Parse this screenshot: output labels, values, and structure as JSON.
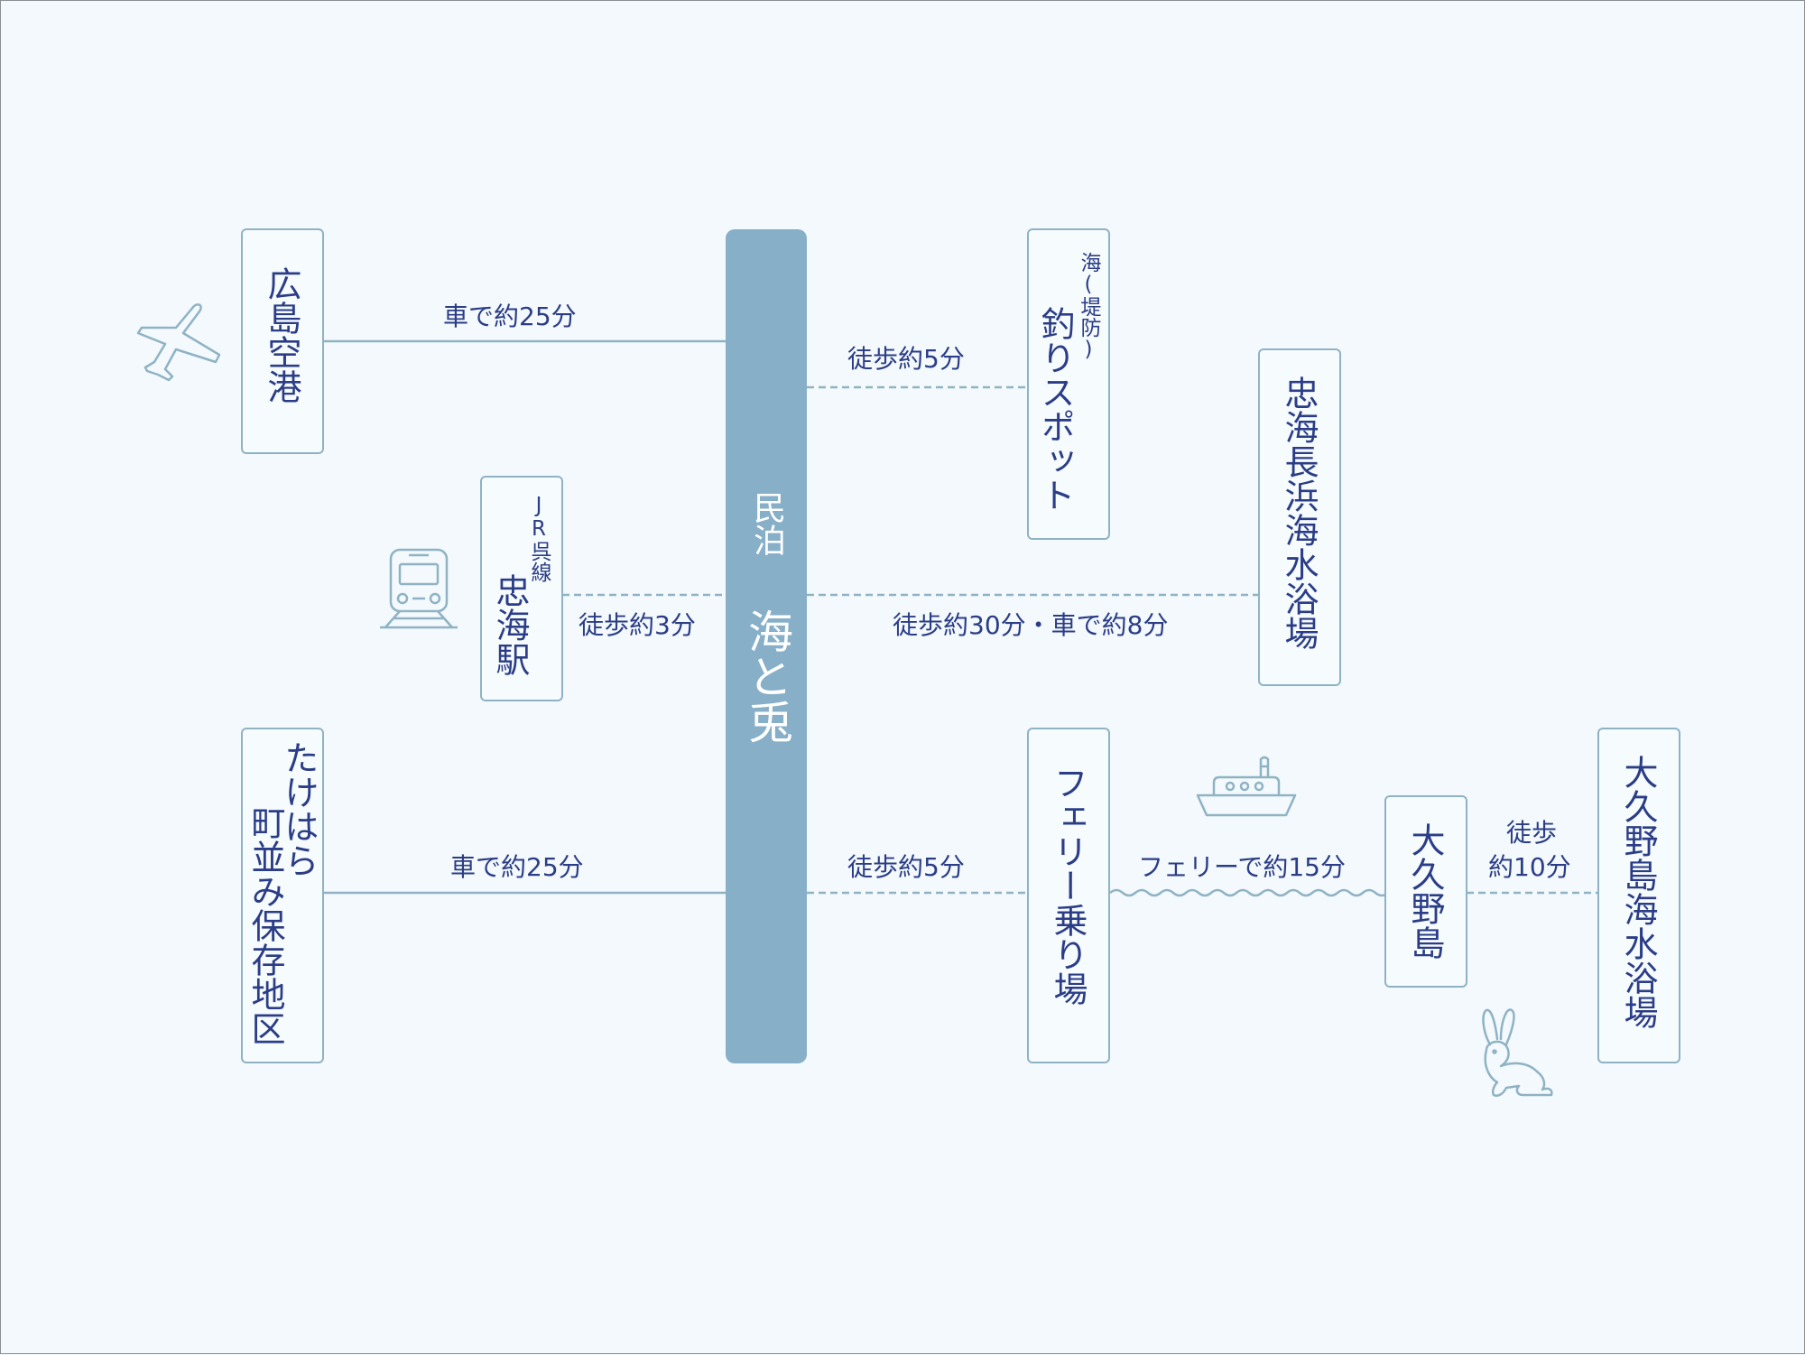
{
  "center": {
    "prefix": "民泊",
    "name": "海と兎"
  },
  "places": {
    "airport": "広島空港",
    "station_line": "JR呉線",
    "station": "忠海駅",
    "takehara": [
      "たけはら",
      "町並み保存地区"
    ],
    "fishing_prefix": "海(堤防)",
    "fishing": "釣りスポット",
    "beach": "忠海長浜海水浴場",
    "ferry": "フェリー乗り場",
    "okunoshima": "大久野島",
    "okuno_beach": "大久野島海水浴場"
  },
  "routes": {
    "airport": "車で約25分",
    "fishing": "徒歩約5分",
    "station": "徒歩約3分",
    "beach": "徒歩約30分・車で約8分",
    "takehara": "車で約25分",
    "ferry": "徒歩約5分",
    "ferry_crossing": "フェリーで約15分",
    "okuno_walk": [
      "徒歩",
      "約10分"
    ]
  },
  "icons": [
    "airplane-icon",
    "train-icon",
    "ferry-icon",
    "rabbit-icon"
  ],
  "colors": {
    "background": "#f3f9fd",
    "line": "#8fb3c4",
    "center": "#87afc8",
    "text": "#2b3d86"
  }
}
